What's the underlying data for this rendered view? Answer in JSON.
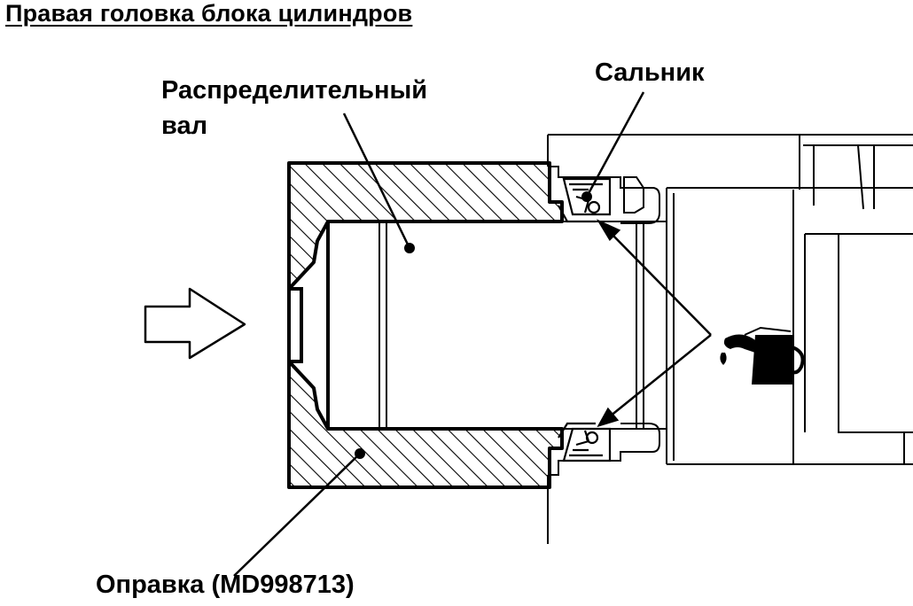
{
  "title": "Правая головка блока цилиндров",
  "labels": {
    "camshaft_line1": "Распределительный",
    "camshaft_line2": "вал",
    "oil_seal": "Сальник",
    "installer_tool": "Оправка (MD998713)"
  },
  "icons": {
    "direction": "push-direction-arrow-icon",
    "oil_can": "oil-can-icon"
  }
}
